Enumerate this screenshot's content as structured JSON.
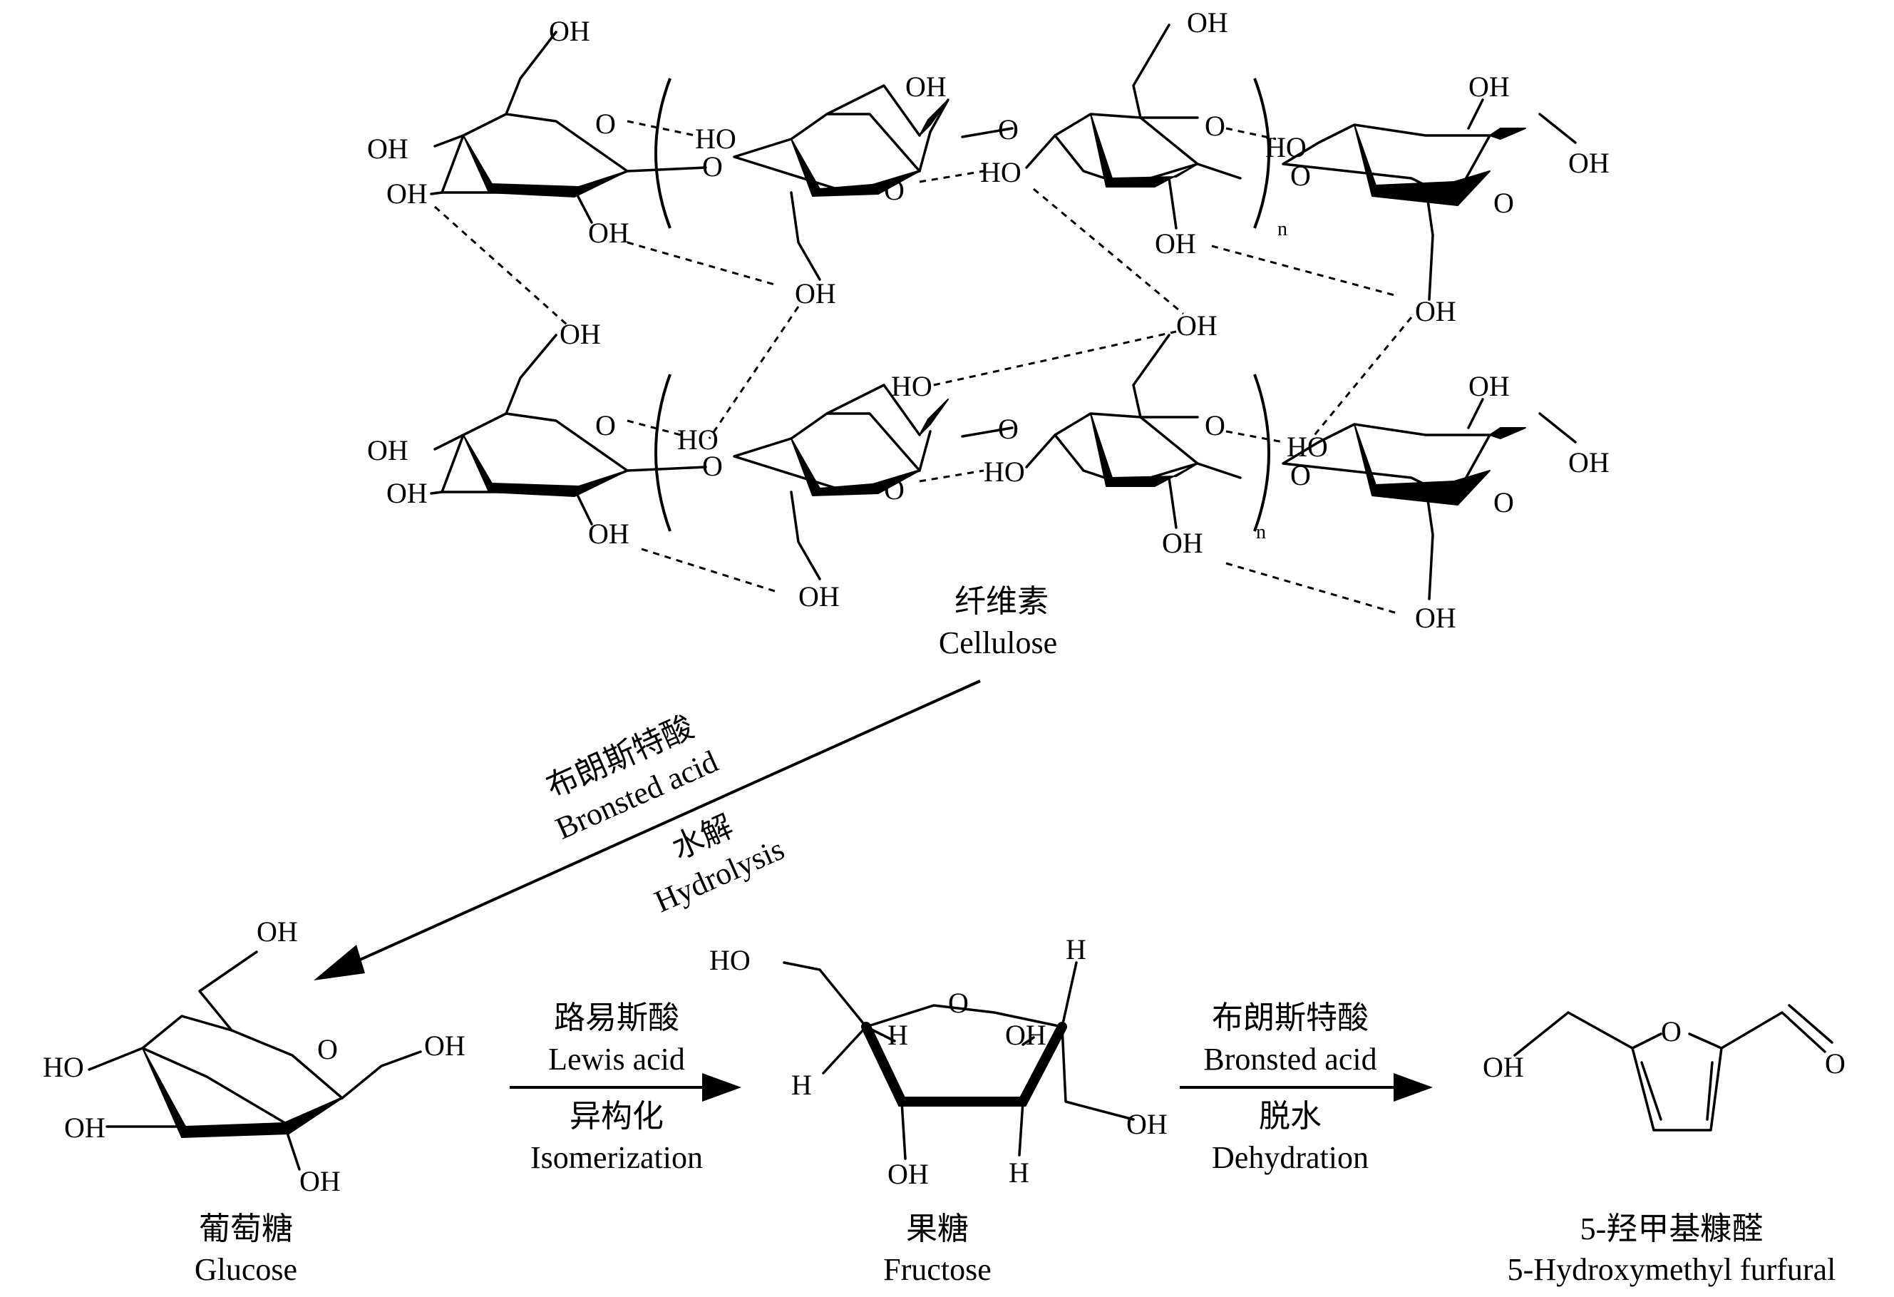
{
  "cellulose": {
    "label_cn": "纤维素",
    "label_en": "Cellulose",
    "repeat_n": "n"
  },
  "atoms": {
    "oh": "OH",
    "ho": "HO",
    "o": "O",
    "h": "H"
  },
  "step1": {
    "catalyst_cn": "布朗斯特酸",
    "catalyst_en": "Bronsted acid",
    "process_cn": "水解",
    "process_en": "Hydrolysis"
  },
  "glucose": {
    "label_cn": "葡萄糖",
    "label_en": "Glucose"
  },
  "step2": {
    "catalyst_cn": "路易斯酸",
    "catalyst_en": "Lewis acid",
    "process_cn": "异构化",
    "process_en": "Isomerization"
  },
  "fructose": {
    "label_cn": "果糖",
    "label_en": "Fructose"
  },
  "step3": {
    "catalyst_cn": "布朗斯特酸",
    "catalyst_en": "Bronsted acid",
    "process_cn": "脱水",
    "process_en": "Dehydration"
  },
  "hmf": {
    "label_cn": "5-羟甲基糠醛",
    "label_en": "5-Hydroxymethyl furfural"
  }
}
